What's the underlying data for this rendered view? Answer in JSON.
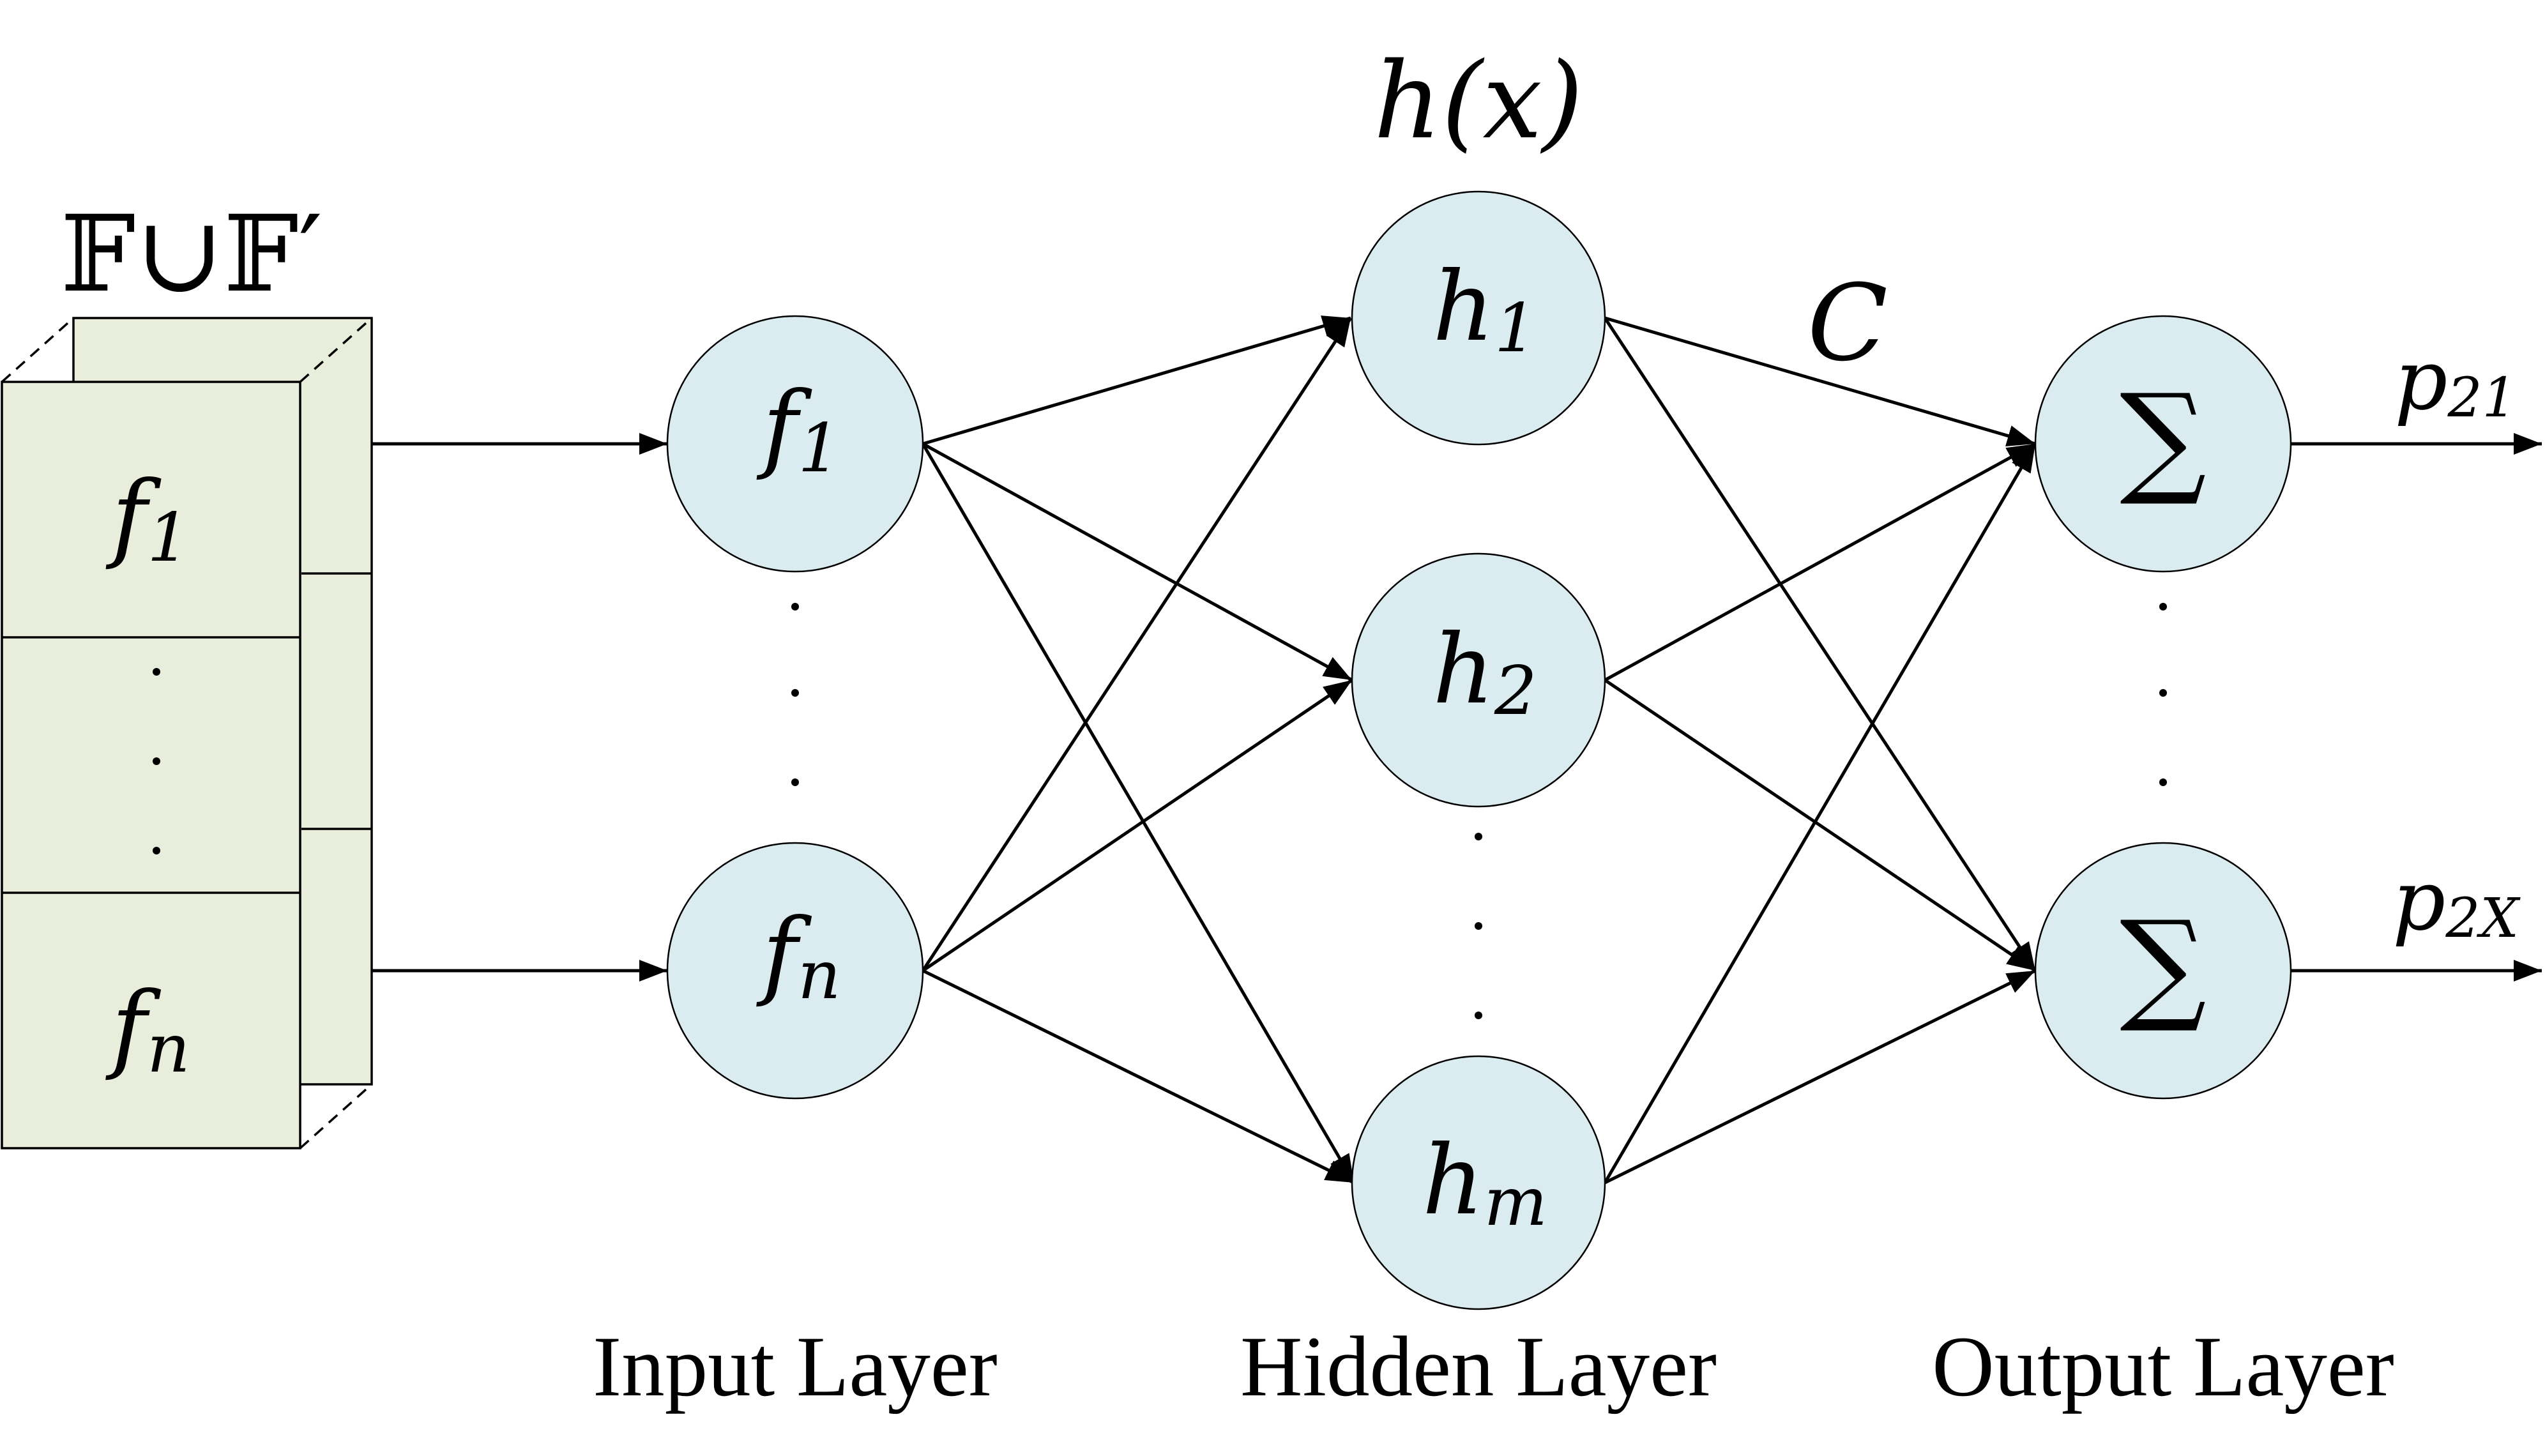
{
  "feature_set": {
    "title": "𝔽∪𝔽′",
    "cells": [
      {
        "base": "f",
        "sub": "1"
      },
      {
        "base": "·",
        "sub": ""
      },
      {
        "base": "f",
        "sub": "n"
      }
    ]
  },
  "input_layer": {
    "label": "Input Layer",
    "nodes": [
      {
        "base": "f",
        "sub": "1"
      },
      {
        "base": "f",
        "sub": "n"
      }
    ]
  },
  "hidden_layer": {
    "label": "Hidden Layer",
    "function_label": "h(x)",
    "nodes": [
      {
        "base": "h",
        "sub": "1"
      },
      {
        "base": "h",
        "sub": "2"
      },
      {
        "base": "h",
        "sub": "m"
      }
    ]
  },
  "output_layer": {
    "label": "Output Layer",
    "nodes": [
      {
        "symbol": "∑"
      },
      {
        "symbol": "∑"
      }
    ],
    "outputs": [
      {
        "base": "p",
        "sub": "21"
      },
      {
        "base": "p",
        "sub": "2X"
      }
    ]
  },
  "weight_label": "C",
  "colors": {
    "node_fill": "#dbecf1",
    "box_fill": "#e8eedb",
    "stroke": "#000000",
    "background": "#ffffff"
  }
}
